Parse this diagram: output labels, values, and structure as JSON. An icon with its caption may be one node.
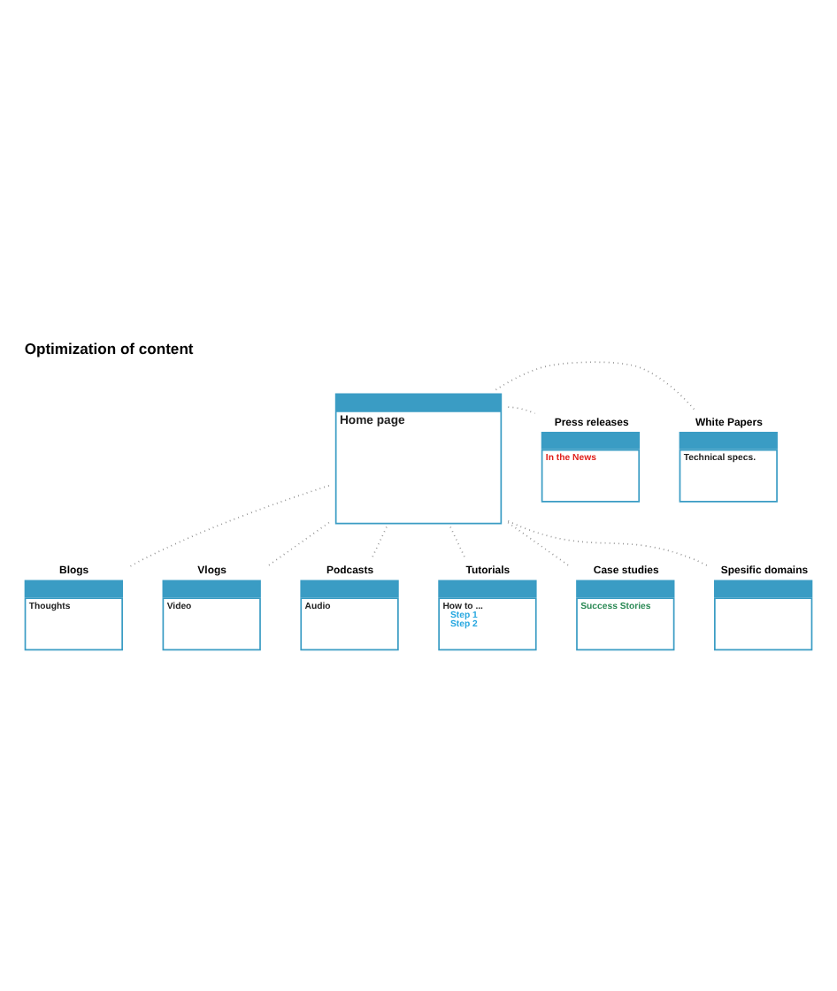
{
  "diagram": {
    "title": "Optimization of content",
    "nodes": [
      {
        "text": [
          "Vlogs",
          "Video"
        ]
      },
      {
        "text": [
          "Blogs",
          "Thoughts"
        ]
      },
      {
        "text": [
          "Podcasts",
          "Audio"
        ]
      },
      {
        "text": [
          "White Papers",
          "Technical specs."
        ]
      },
      {
        "text": [
          "Home page"
        ]
      },
      {
        "text": [
          "Press releases",
          "In the News"
        ]
      },
      {
        "text": [
          "Tutorials",
          "How to ...",
          "Step 1",
          "Step 2"
        ]
      },
      {
        "text": [
          "Spesific domains"
        ]
      },
      {
        "text": [
          "Case studies",
          "Success Stories"
        ]
      }
    ],
    "edges": [
      {
        "from": 4,
        "to": 0,
        "arrow": "none",
        "style": "dashed"
      },
      {
        "from": 4,
        "to": 1,
        "arrow": "none",
        "style": "dashed"
      },
      {
        "from": 4,
        "to": 2,
        "arrow": "none",
        "style": "dashed"
      },
      {
        "from": 4,
        "to": 3,
        "arrow": "none",
        "style": "dashed"
      },
      {
        "from": 4,
        "to": 5,
        "arrow": "none",
        "style": "dashed"
      },
      {
        "from": 4,
        "to": 6,
        "arrow": "none",
        "style": "dashed"
      },
      {
        "from": 4,
        "to": 7,
        "arrow": "none",
        "style": "dashed"
      },
      {
        "from": 4,
        "to": 8,
        "arrow": "none",
        "style": "dashed"
      }
    ]
  }
}
